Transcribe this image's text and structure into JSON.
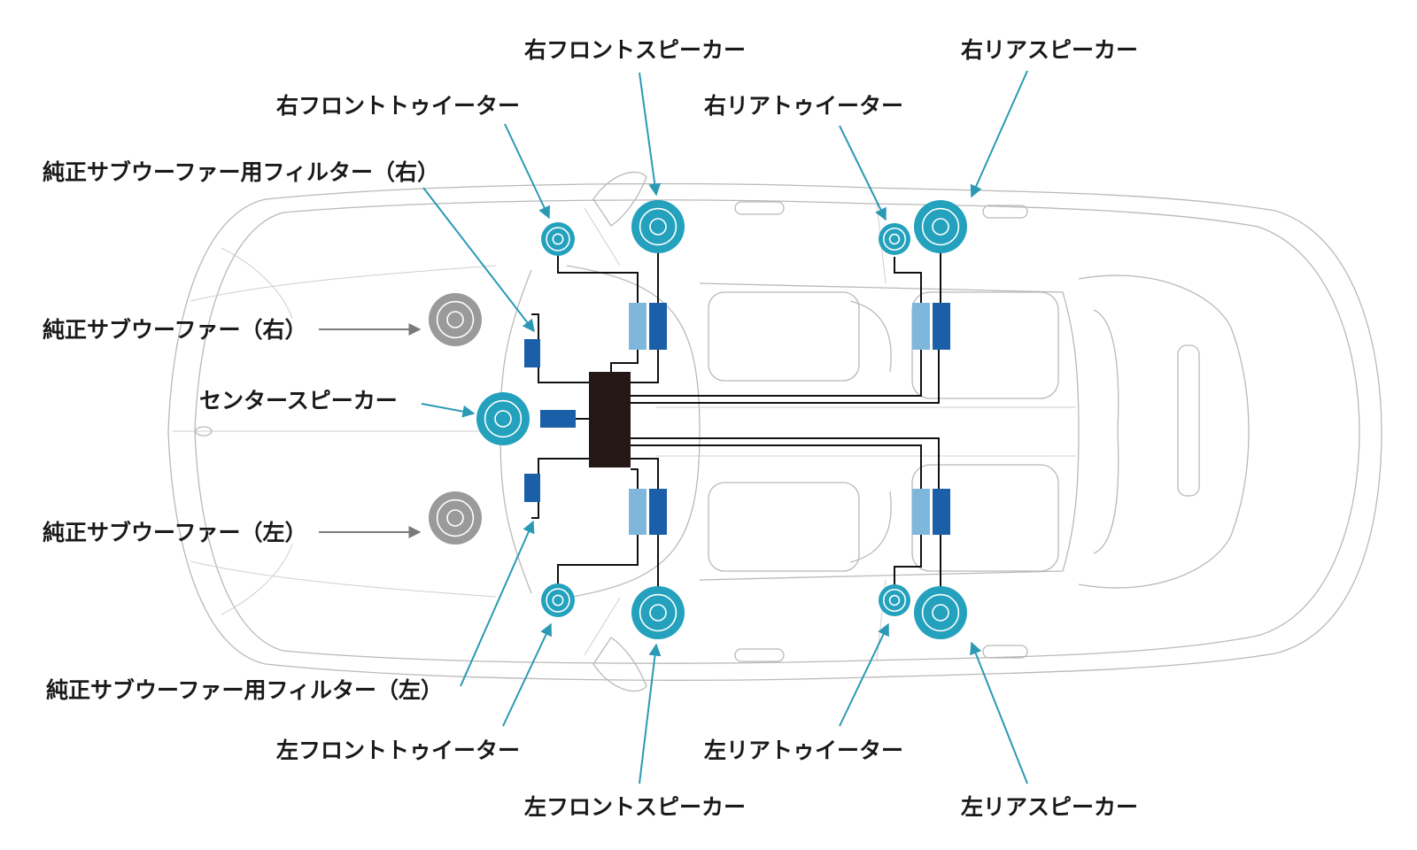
{
  "colors": {
    "speaker": "#23a1bd",
    "speaker_ring": "#ffffff",
    "subwoofer": "#9a9a9a",
    "filter_dark": "#1a5fa8",
    "filter_light": "#7fb7dc",
    "amp": "#231815",
    "pointer_blue": "#2a9ab4",
    "pointer_gray": "#7a7a7a",
    "car_line": "#b9b9b9"
  },
  "labels": {
    "rf_speaker": "右フロントスピーカー",
    "rr_speaker": "右リアスピーカー",
    "rf_tweeter": "右フロントトゥイーター",
    "rr_tweeter": "右リアトゥイーター",
    "sub_filter_r": "純正サブウーファー用フィルター（右）",
    "sub_r": "純正サブウーファー（右）",
    "center": "センタースピーカー",
    "sub_l": "純正サブウーファー（左）",
    "sub_filter_l": "純正サブウーファー用フィルター（左）",
    "lf_tweeter": "左フロントトゥイーター",
    "lr_tweeter": "左リアトゥイーター",
    "lf_speaker": "左フロントスピーカー",
    "lr_speaker": "左リアスピーカー"
  }
}
